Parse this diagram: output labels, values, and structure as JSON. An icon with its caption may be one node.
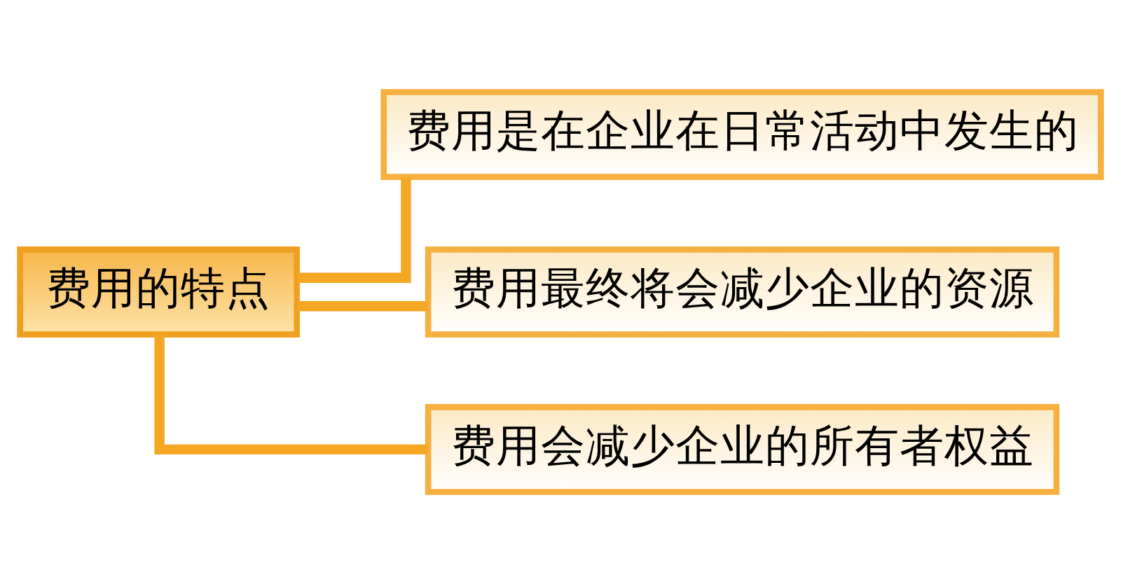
{
  "diagram": {
    "nodes": [
      {
        "text": [
          "费用的特点"
        ]
      },
      {
        "text": [
          "费用是在企业在日常活动中发生的"
        ]
      },
      {
        "text": [
          "费用最终将会减少企业的资源"
        ]
      },
      {
        "text": [
          "费用会减少企业的所有者权益"
        ]
      }
    ],
    "edges": [
      {
        "from": 0,
        "to": 1,
        "arrow": "none"
      },
      {
        "from": 0,
        "to": 2,
        "arrow": "none"
      },
      {
        "from": 0,
        "to": 3,
        "arrow": "none"
      }
    ]
  }
}
